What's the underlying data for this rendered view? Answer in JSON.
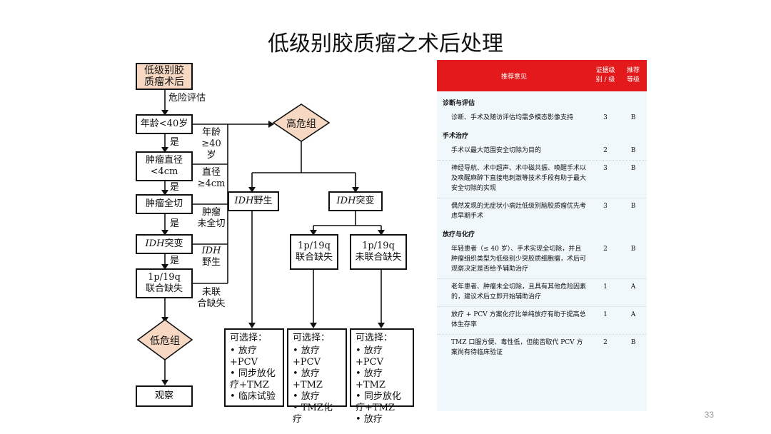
{
  "title": "低级别胶质瘤之术后处理",
  "page_number": "33",
  "flowchart": {
    "start": [
      "低级别胶",
      "质瘤术后"
    ],
    "risk_label": "危险评估",
    "step1": "年龄<40岁",
    "yes1": "是",
    "step2": [
      "肿瘤直径",
      "<4cm"
    ],
    "yes2": "是",
    "step3": "肿瘤全切",
    "yes3": "是",
    "step4_italic": "IDH",
    "step4_rest": "突变",
    "yes4": "是",
    "step5": [
      "1p/19q",
      "联合缺失"
    ],
    "side1": [
      "年龄",
      "≥40岁"
    ],
    "side2": [
      "直径",
      "≥4cm"
    ],
    "side3": [
      "肿瘤",
      "未全切"
    ],
    "side4_italic": "IDH",
    "side4_rest": "野生",
    "side5": [
      "未联",
      "合缺失"
    ],
    "high_risk": "高危组",
    "low_risk": "低危组",
    "idh_wild_italic": "IDH",
    "idh_wild_rest": "野生",
    "idh_mut_italic": "IDH",
    "idh_mut_rest": "突变",
    "codel": [
      "1p/19q",
      "联合缺失"
    ],
    "noncodel": [
      "1p/19q",
      "未联合缺失"
    ],
    "observe": "观察",
    "options": [
      {
        "header": "可选择：",
        "items": [
          "放疗+PCV",
          "同步放化疗+TMZ",
          "临床试验"
        ]
      },
      {
        "header": "可选择：",
        "items": [
          "放疗+PCV",
          "放疗+TMZ",
          "放疗",
          "TMZ化疗"
        ]
      },
      {
        "header": "可选择：",
        "items": [
          "放疗+PCV",
          "放疗+TMZ",
          "同步放化疗+TMZ",
          "放疗"
        ]
      }
    ]
  },
  "table": {
    "header_recommendation": "推荐意见",
    "header_evidence": [
      "证据级",
      "别 / 级"
    ],
    "header_grade": [
      "推荐",
      "等级"
    ],
    "sections": [
      {
        "name": "诊断与评估",
        "rows": [
          {
            "text": "诊断、手术及随访评估均需多模态影像支持",
            "evidence": "3",
            "grade": "B"
          }
        ]
      },
      {
        "name": "手术治疗",
        "rows": [
          {
            "text": "手术以最大范围安全切除为目的",
            "evidence": "2",
            "grade": "B"
          },
          {
            "text": "神经导航、术中超声、术中磁共振、唤醒手术以及唤醒麻醉下直接电刺激等技术手段有助于最大安全切除的实现",
            "evidence": "3",
            "grade": "B"
          },
          {
            "text": "偶然发现的无症状小病灶低级别脑胶质瘤优先考虑早期手术",
            "evidence": "3",
            "grade": "B"
          }
        ]
      },
      {
        "name": "放疗与化疗",
        "rows": [
          {
            "text": "年轻患者（≤ 40 岁）、手术实现全切除，并且肿瘤组织类型为低级别少突胶质细胞瘤，术后可观察决定是否给予辅助治疗",
            "evidence": "2",
            "grade": "B"
          },
          {
            "text": "老年患者、肿瘤未全切除，且具有其他危险因素的，建议术后立即开始辅助治疗",
            "evidence": "1",
            "grade": "A"
          },
          {
            "text": "放疗 + PCV 方案化疗比单纯放疗有助于提高总体生存率",
            "evidence": "1",
            "grade": "A"
          },
          {
            "text": "TMZ 口服方便、毒性低，但能否取代 PCV 方案尚有待临床验证",
            "evidence": "2",
            "grade": "B"
          }
        ]
      }
    ]
  }
}
